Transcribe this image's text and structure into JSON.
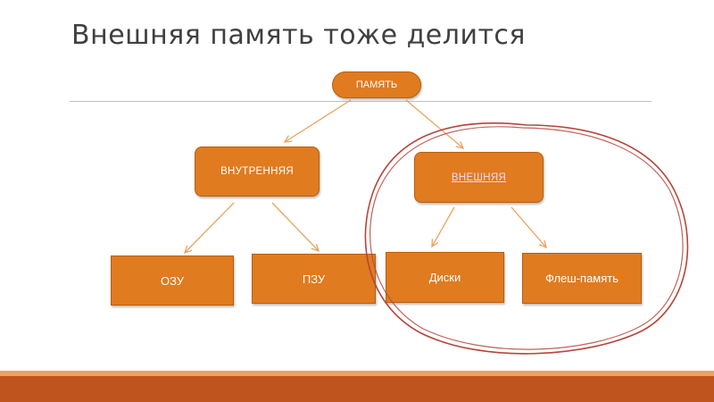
{
  "slide": {
    "title": "Внешняя память тоже делится"
  },
  "diagram": {
    "root": "ПАМЯТЬ",
    "internal": "ВНУТРЕННЯЯ",
    "external": "ВНЕШНЯЯ",
    "internal_children": [
      "ОЗУ",
      "ПЗУ"
    ],
    "external_children": [
      "Диски",
      "Флеш-память"
    ]
  },
  "colors": {
    "node_fill": "#e07b1f",
    "node_text": "#ffffff",
    "connector": "#e8a460",
    "highlight_circle": "#b5453b",
    "band_light": "#f0a35a",
    "band_dark": "#c0541f"
  }
}
